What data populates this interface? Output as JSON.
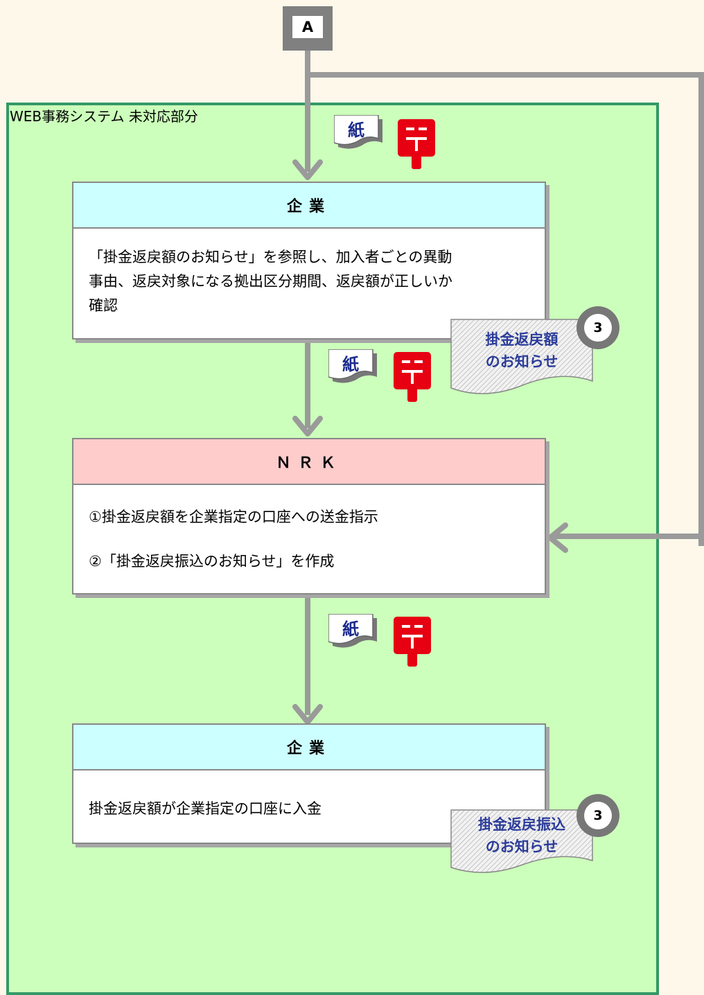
{
  "connector": {
    "label": "A"
  },
  "lane": {
    "label": "WEB事務システム 未対応部分"
  },
  "media": {
    "paper_label": "紙"
  },
  "boxes": [
    {
      "header": "企業",
      "body": "「掛金返戻額のお知らせ」を参照し、加入者ごとの異動\n事由、返戻対象になる拠出区分期間、返戻額が正しいか\n確認"
    },
    {
      "header": "ＮＲＫ",
      "body": "①掛金返戻額を企業指定の口座への送金指示\n\n②「掛金返戻振込のお知らせ」を作成"
    },
    {
      "header": "企業",
      "body": "掛金返戻額が企業指定の口座に入金"
    }
  ],
  "documents": [
    {
      "line1": "掛金返戻額",
      "line2": "のお知らせ",
      "badge": "3"
    },
    {
      "line1": "掛金返戻振込",
      "line2": "のお知らせ",
      "badge": "3"
    }
  ],
  "colors": {
    "lane_fill": "#ccffbb",
    "lane_border": "#339966",
    "company_header": "#ccffff",
    "nrk_header": "#ffcccc",
    "mail_red": "#e60012",
    "doc_text": "#2b3c9a",
    "line_gray": "#9a9a9a"
  }
}
